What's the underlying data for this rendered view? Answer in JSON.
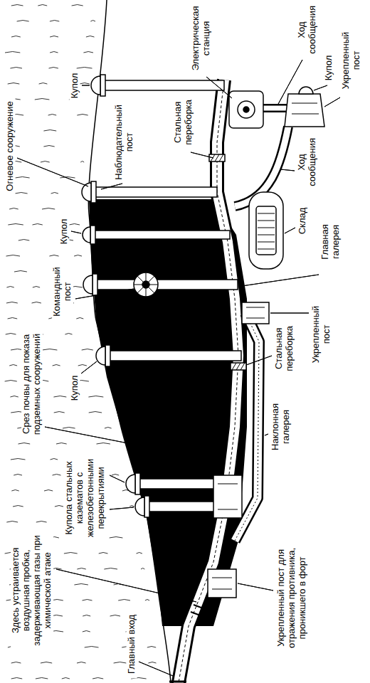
{
  "diagram": {
    "labels": [
      "Огневое сооружение",
      "Купол",
      "Наблюдательный пост",
      "Стальная переборка",
      "Электрическая станция",
      "Купол",
      "Командный пост",
      "Купол",
      "Срез почвы для показа подземных сооружений",
      "Купола стальных казематов с железобетонными перекрытиями",
      "Здесь устраивается воздушная пробка, задерживающая газы при химической атаке",
      "Главный вход",
      "Ход сообщения",
      "Купол",
      "Укрепленный пост",
      "Ход сообщения",
      "Склад",
      "Главная галерея",
      "Укрепленный пост",
      "Стальная переборка",
      "Наклонная галерея",
      "Укрепленный пост для отражения противника, проникшего в форт"
    ]
  }
}
